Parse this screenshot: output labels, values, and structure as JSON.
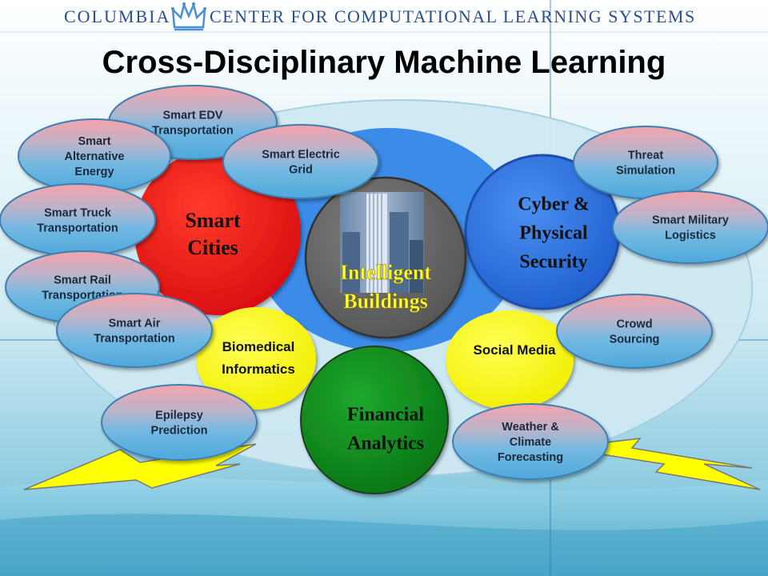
{
  "header": {
    "left_text": "COLUMBIA",
    "right_text": "CENTER FOR COMPUTATIONAL LEARNING SYSTEMS"
  },
  "title": "Cross-Disciplinary Machine Learning",
  "colors": {
    "red": "#e81416",
    "yellow": "#ffff00",
    "green": "#0c8a1a",
    "blue": "#2e6fe0",
    "gray": "#666666",
    "bubble_top": "#f4a0a8",
    "bubble_bottom": "#5aaedd",
    "gold_text": "#ffff33",
    "header_blue": "#2a4f8f"
  },
  "circles": {
    "smart_cities": {
      "lines": [
        "Smart",
        "Cities"
      ]
    },
    "intelligent_buildings": {
      "lines": [
        "Intelligent",
        "Buildings"
      ]
    },
    "cyber_security": {
      "lines": [
        "Cyber &",
        "Physical",
        "Security"
      ]
    },
    "biomedical": {
      "lines": [
        "Biomedical",
        "Informatics"
      ]
    },
    "social_media": {
      "lines": [
        "Social Media"
      ]
    },
    "financial": {
      "lines": [
        "Financial",
        "Analytics"
      ]
    }
  },
  "bubbles": [
    {
      "key": "smart-edv-transportation",
      "lines": [
        "Smart EDV",
        "Transportation"
      ]
    },
    {
      "key": "smart-alternative-energy",
      "lines": [
        "Smart",
        "Alternative",
        "Energy"
      ]
    },
    {
      "key": "smart-electric-grid",
      "lines": [
        "Smart Electric",
        "Grid"
      ]
    },
    {
      "key": "smart-truck-transportation",
      "lines": [
        "Smart Truck",
        "Transportation"
      ]
    },
    {
      "key": "smart-rail-transportation",
      "lines": [
        "Smart Rail",
        "Transportation"
      ]
    },
    {
      "key": "smart-air-transportation",
      "lines": [
        "Smart Air",
        "Transportation"
      ]
    },
    {
      "key": "epilepsy-prediction",
      "lines": [
        "Epilepsy",
        "Prediction"
      ]
    },
    {
      "key": "threat-simulation",
      "lines": [
        "Threat",
        "Simulation"
      ]
    },
    {
      "key": "smart-military-logistics",
      "lines": [
        "Smart Military",
        "Logistics"
      ]
    },
    {
      "key": "crowd-sourcing",
      "lines": [
        "Crowd",
        "Sourcing"
      ]
    },
    {
      "key": "weather-climate-forecasting",
      "lines": [
        "Weather &",
        "Climate",
        "Forecasting"
      ]
    }
  ]
}
